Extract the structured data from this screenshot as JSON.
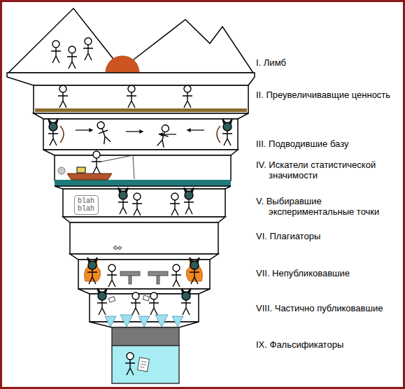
{
  "diagram": {
    "nodes": [
      {
        "text": [
          "blah blah"
        ]
      }
    ],
    "labels": [
      "I. Лимб",
      "II. Преувеличивавщие ценность",
      "III. Подводившие базу",
      "IV. Искатели статистической значимости",
      "V. Выбиравшие экспериментальные точки",
      "VI. Плагиаторы",
      "VII. Непубликовавшие",
      "VIII. Частично публиковавшие",
      "IX. Фальсификаторы"
    ]
  }
}
